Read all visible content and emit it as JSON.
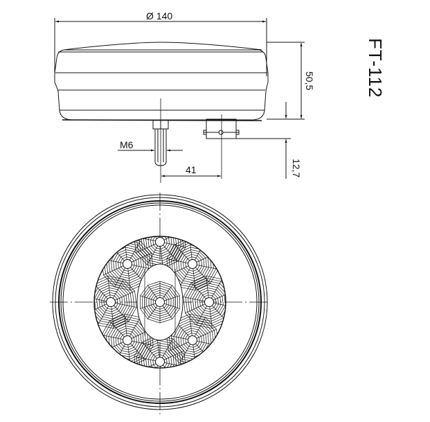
{
  "drawing": {
    "model": "FT-112",
    "views": [
      "side-view",
      "front-view"
    ],
    "dimensions": {
      "diameter": "Ø 140",
      "height": "50,5",
      "thread": "M6",
      "bolt_offset": "41",
      "connector_height": "12,7"
    },
    "front_view": {
      "led_count": 9,
      "lens_pattern": "radial reflector cells"
    },
    "colors": {
      "line": "#111111",
      "background": "#ffffff"
    }
  }
}
